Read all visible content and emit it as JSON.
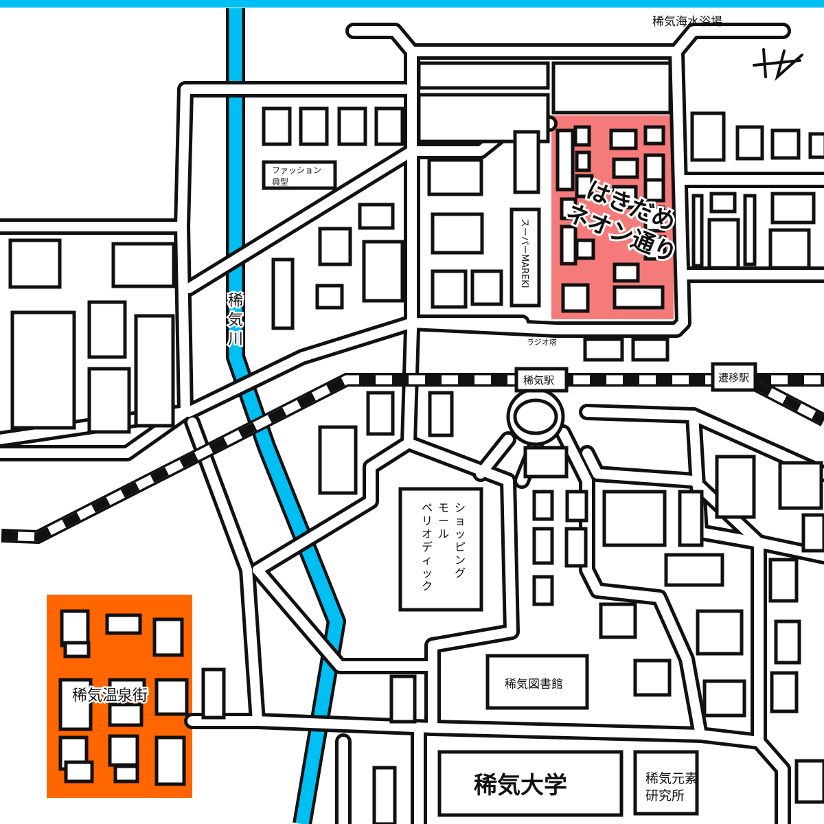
{
  "map": {
    "colors": {
      "water": "#00bff3",
      "onsen": "#ff6600",
      "neon": "#f57a7a",
      "road": "#ffffff",
      "ink": "#111111"
    },
    "labels": {
      "beach": "稀気海水浴場",
      "fashion": "ファッション典型",
      "super": "スーパーMAREKI",
      "neon_street": "はきだめネオン通り",
      "river": "稀気川",
      "radio_tower": "ラジオ塔",
      "station_main": "稀気駅",
      "station_sen": "遷移駅",
      "mall": "ショッピングモールペリオディック",
      "library": "稀気図書館",
      "onsen": "稀気温泉街",
      "university": "稀気大学",
      "institute": "稀気元素研究所"
    },
    "north_marker": "north-arrow-icon"
  }
}
